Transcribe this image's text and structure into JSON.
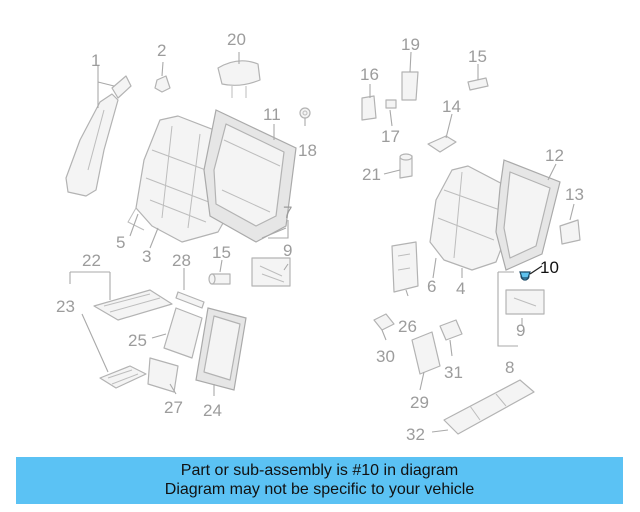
{
  "callouts": {
    "c1": "1",
    "c2": "2",
    "c3": "3",
    "c4": "4",
    "c5": "5",
    "c6": "6",
    "c7": "7",
    "c8": "8",
    "c9a": "9",
    "c9b": "9",
    "c10": "10",
    "c11": "11",
    "c12": "12",
    "c13": "13",
    "c14": "14",
    "c15a": "15",
    "c15b": "15",
    "c16": "16",
    "c17": "17",
    "c18": "18",
    "c19": "19",
    "c20": "20",
    "c21": "21",
    "c22": "22",
    "c23": "23",
    "c24": "24",
    "c25": "25",
    "c26": "26",
    "c27": "27",
    "c28": "28",
    "c29": "29",
    "c30": "30",
    "c31": "31",
    "c32": "32"
  },
  "highlight": {
    "part_number": "10",
    "color": "#5ec3ef"
  },
  "footer": {
    "line1": "Part or sub-assembly is #10 in diagram",
    "line2": "Diagram may not be specific to your vehicle",
    "background": "#5bc2f4"
  }
}
